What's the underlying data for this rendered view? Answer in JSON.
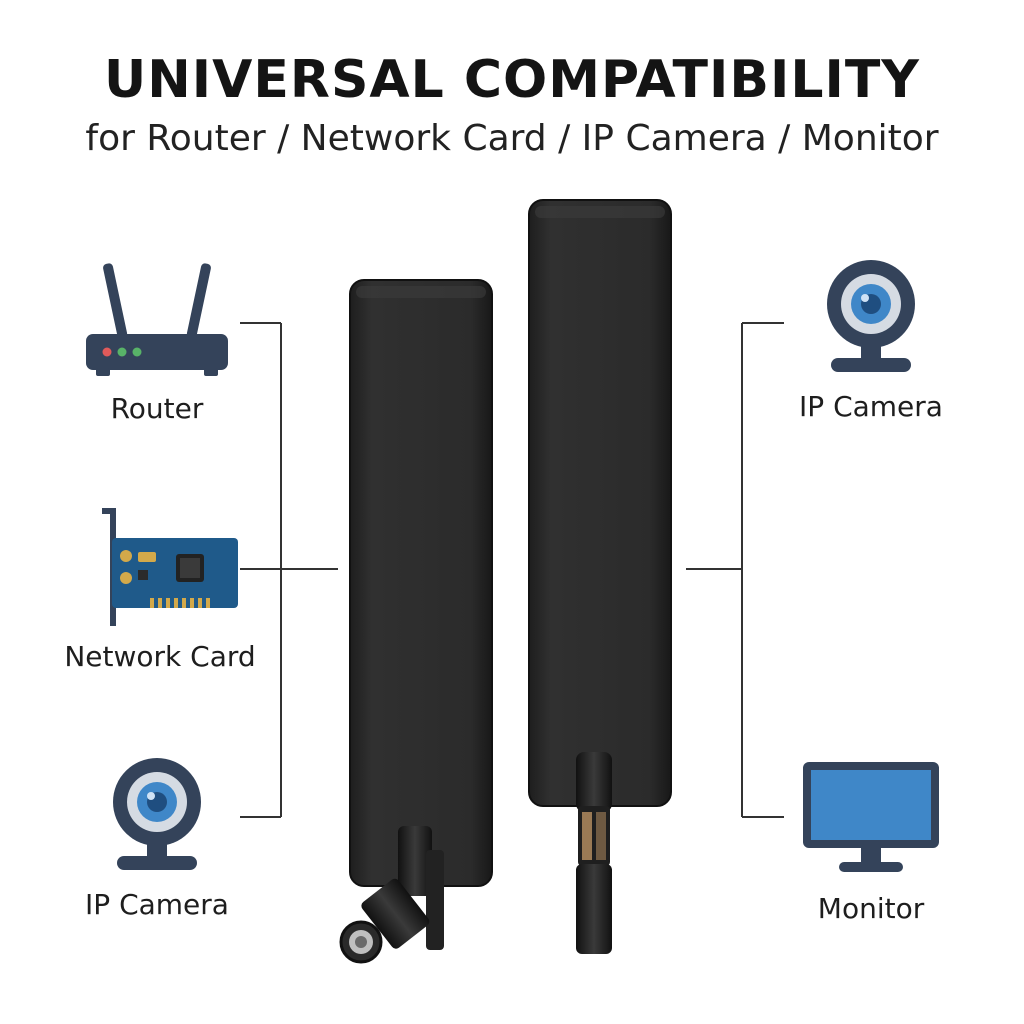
{
  "header": {
    "title": "UNIVERSAL COMPATIBILITY",
    "subtitle": "for Router / Network Card / IP Camera / Monitor"
  },
  "left_devices": [
    {
      "label": "Router",
      "icon": "router-icon"
    },
    {
      "label": "Network Card",
      "icon": "network-card-icon"
    },
    {
      "label": "IP Camera",
      "icon": "ip-camera-icon"
    }
  ],
  "right_devices": [
    {
      "label": "IP Camera",
      "icon": "ip-camera-icon"
    },
    {
      "label": "Monitor",
      "icon": "monitor-icon"
    }
  ],
  "colors": {
    "icon_dark": "#34435a",
    "icon_blue": "#3f87c8",
    "pcb_blue": "#1f5a8a",
    "antenna": "#2a2a2a",
    "line": "#333333"
  }
}
